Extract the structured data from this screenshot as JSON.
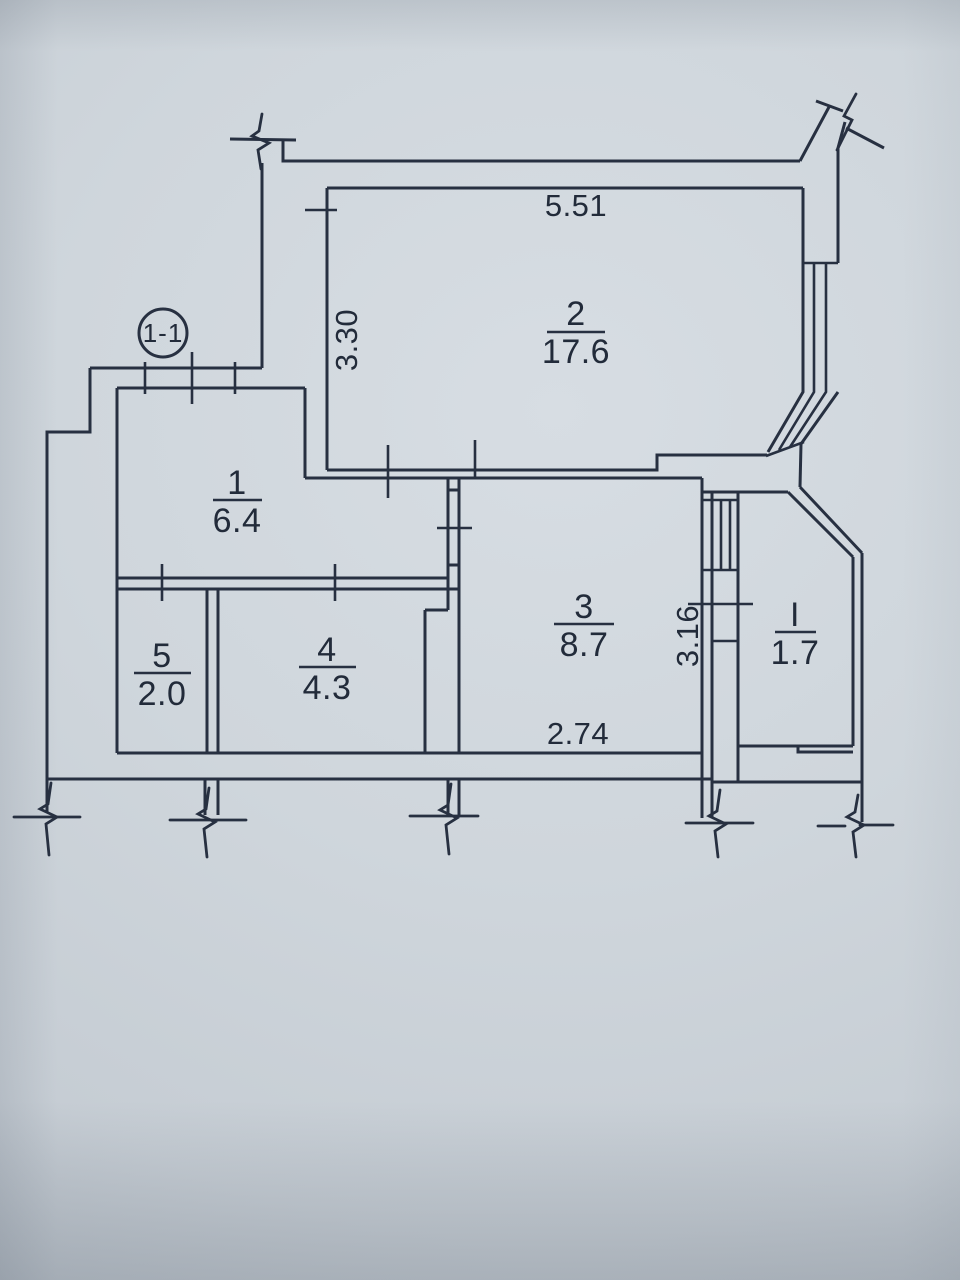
{
  "plan": {
    "title_hint": "apartment floor plan sheet",
    "section_mark": "1-1",
    "rooms": {
      "r1": {
        "number": "1",
        "area": "6.4"
      },
      "r2": {
        "number": "2",
        "area": "17.6"
      },
      "r3": {
        "number": "3",
        "area": "8.7"
      },
      "r4": {
        "number": "4",
        "area": "4.3"
      },
      "r5": {
        "number": "5",
        "area": "2.0"
      },
      "loggia": {
        "number": "I",
        "area": "1.7"
      }
    },
    "dimensions": {
      "room2_width": "5.51",
      "room2_depth": "3.30",
      "room3_width": "2.74",
      "room3_depth": "3.16"
    },
    "colors": {
      "paper": "#cfd6dc",
      "ink": "#273041"
    }
  }
}
